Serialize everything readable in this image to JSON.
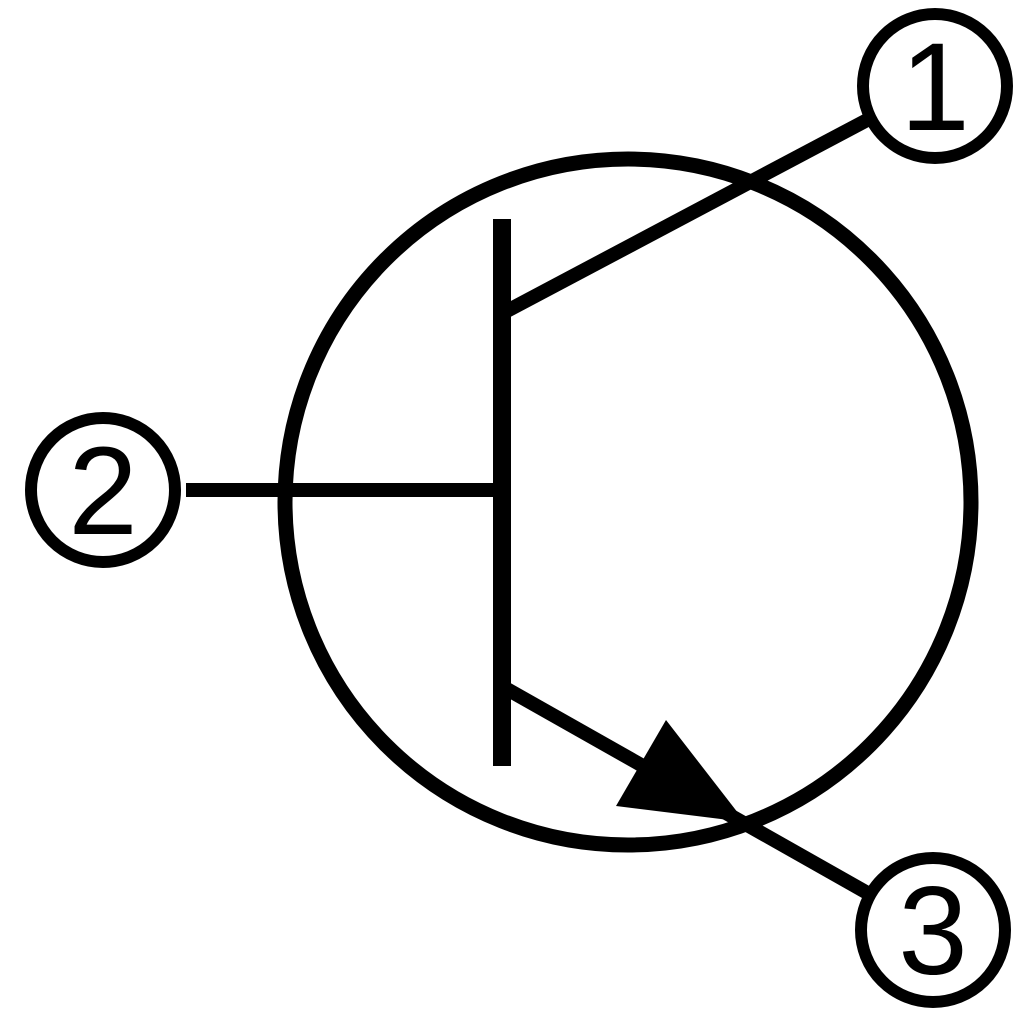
{
  "colors": {
    "line": "#000000",
    "background": "#ffffff"
  },
  "terminals": [
    {
      "label": "1"
    },
    {
      "label": "2"
    },
    {
      "label": "3"
    }
  ]
}
